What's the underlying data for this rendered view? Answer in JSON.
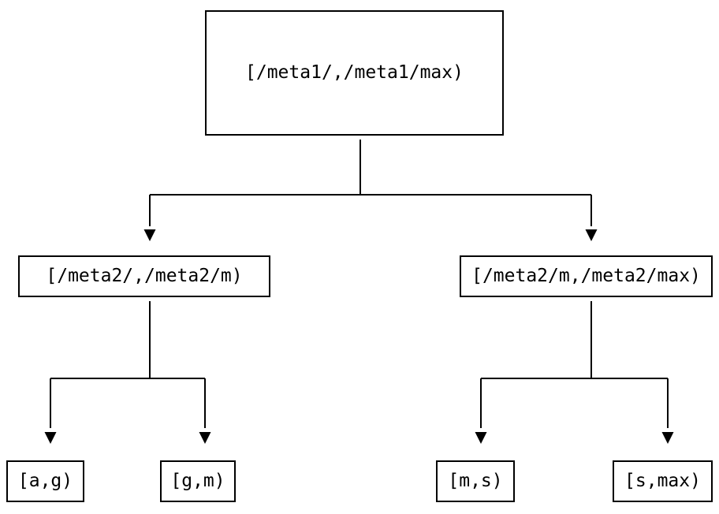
{
  "diagram": {
    "type": "tree",
    "colors": {
      "background": "#ffffff",
      "box_border": "#000000",
      "text": "#000000",
      "line": "#000000",
      "arrow_fill": "#000000"
    },
    "nodes": {
      "root": {
        "label": "[/meta1/,/meta1/max)"
      },
      "left": {
        "label": "[/meta2/,/meta2/m)"
      },
      "right": {
        "label": "[/meta2/m,/meta2/max)"
      },
      "ag": {
        "label": "[a,g)"
      },
      "gm": {
        "label": "[g,m)"
      },
      "ms": {
        "label": "[m,s)"
      },
      "smax": {
        "label": "[s,max)"
      }
    },
    "edges": [
      {
        "from": "root",
        "to": [
          "left",
          "right"
        ]
      },
      {
        "from": "left",
        "to": [
          "ag",
          "gm"
        ]
      },
      {
        "from": "right",
        "to": [
          "ms",
          "smax"
        ]
      }
    ]
  }
}
